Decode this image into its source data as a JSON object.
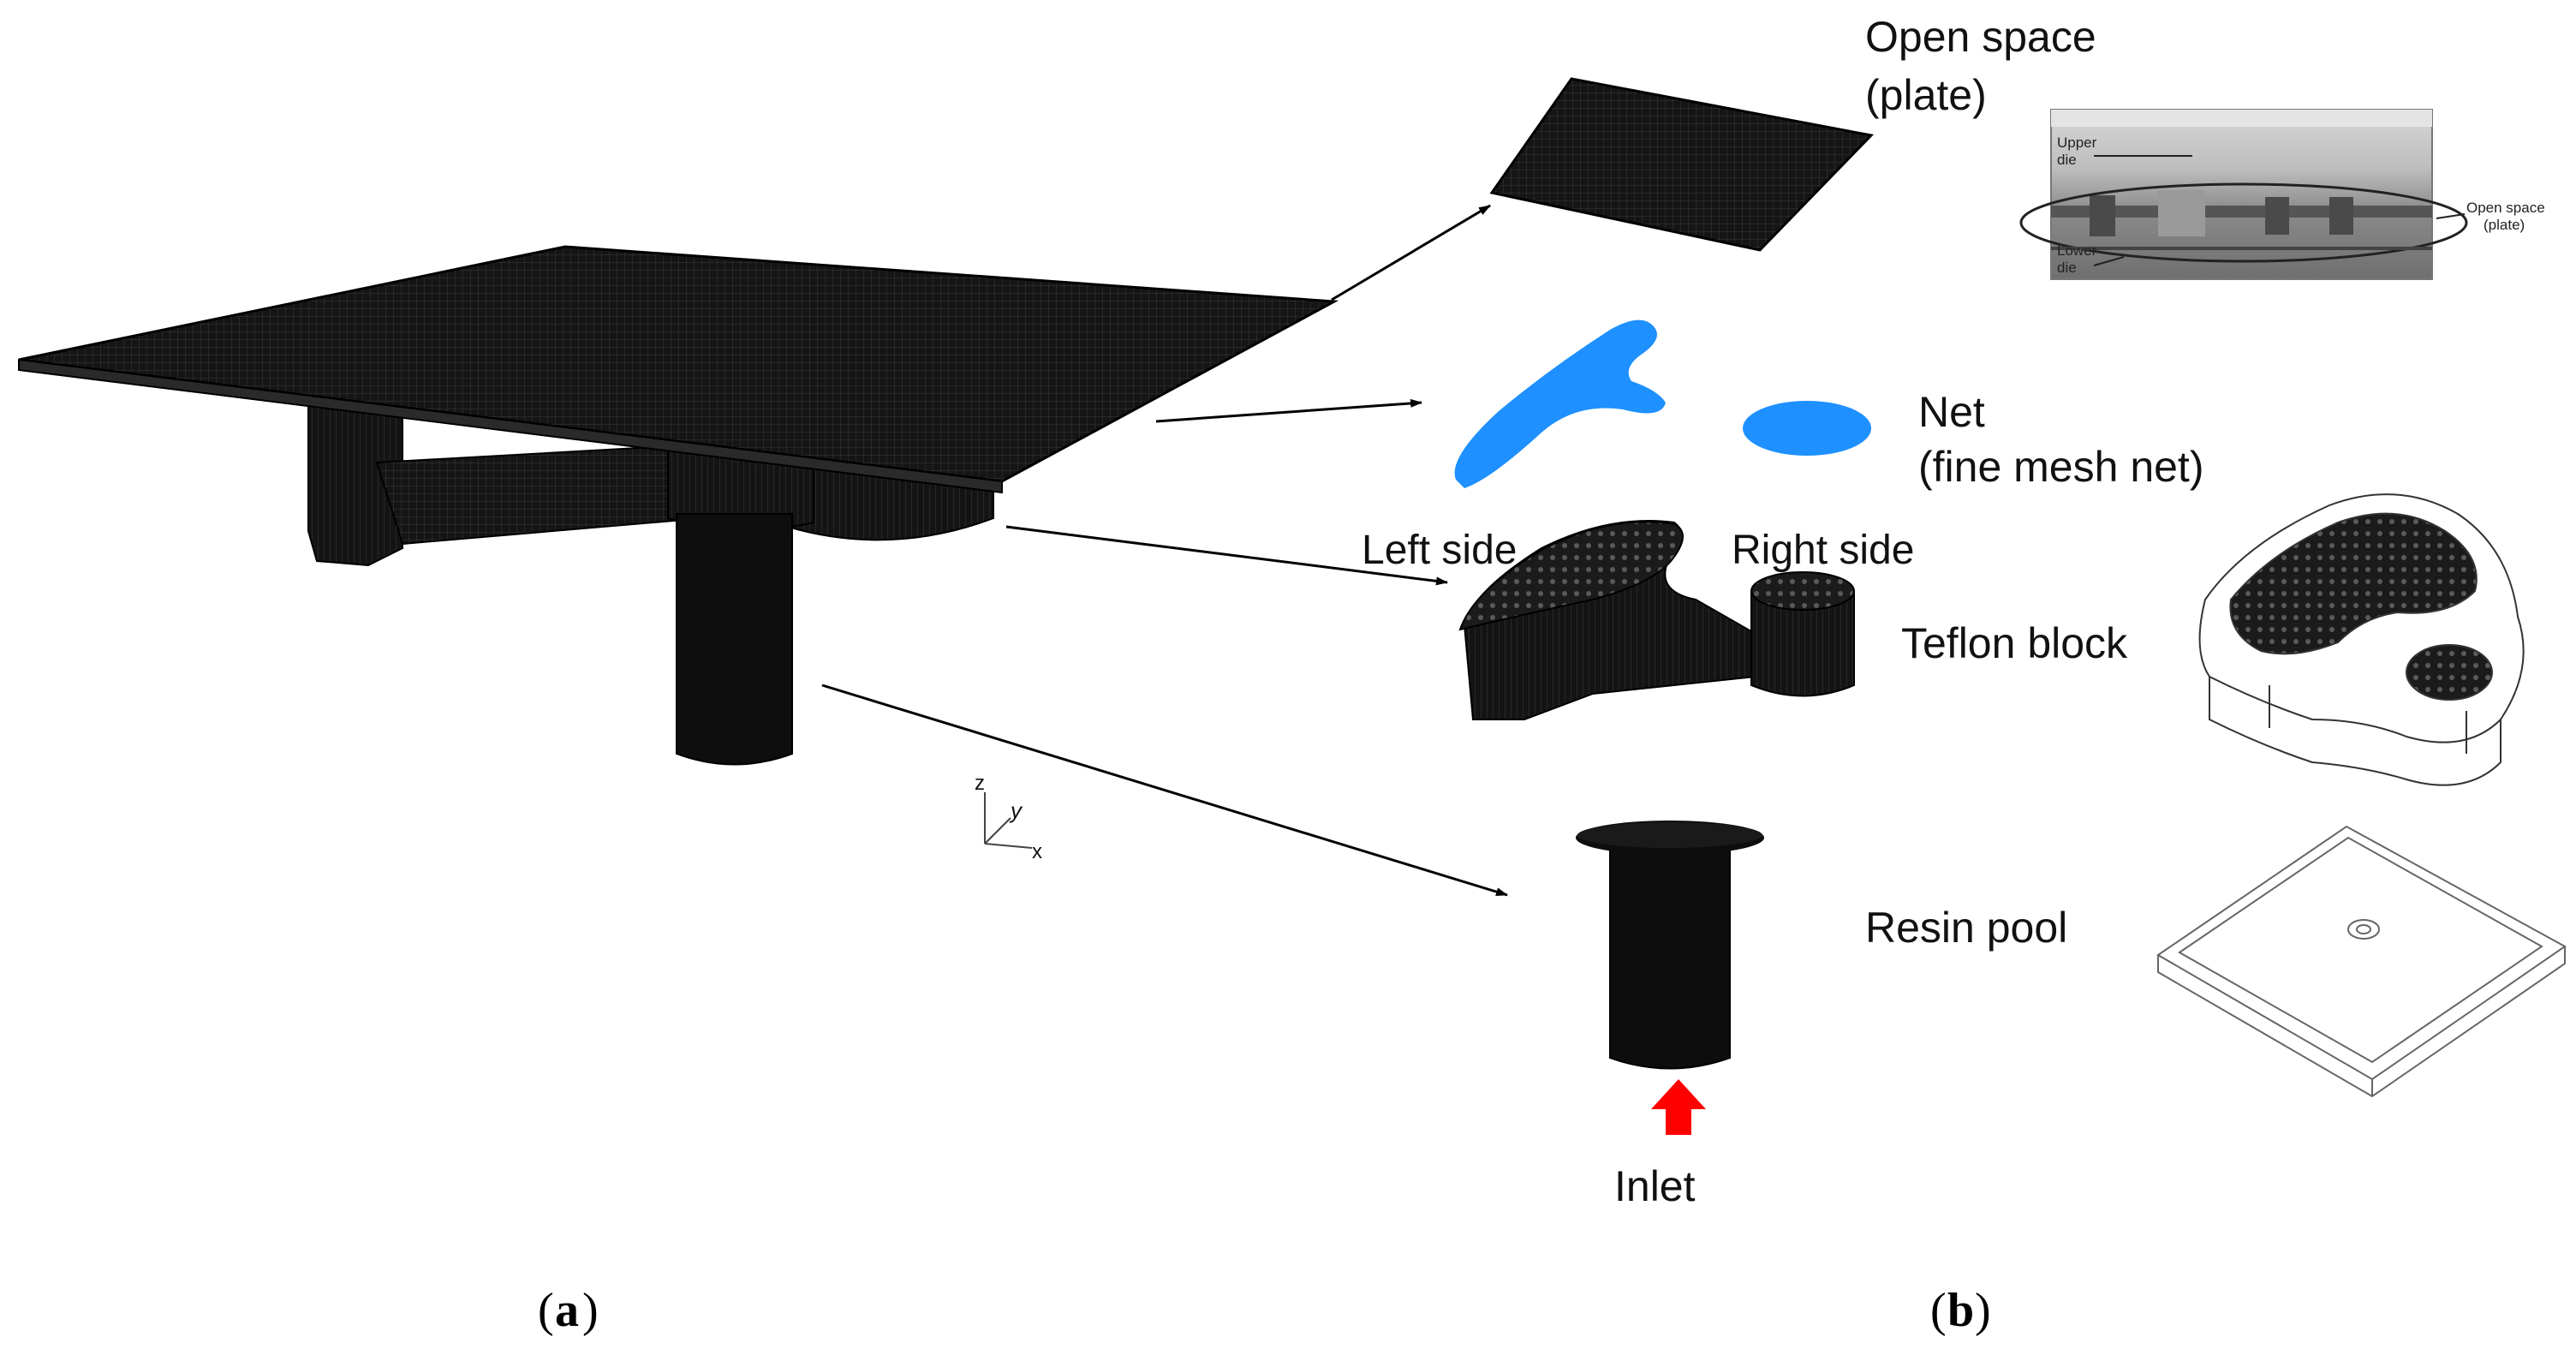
{
  "labels": {
    "open_space_line1": "Open space",
    "open_space_line2": "(plate)",
    "net_line1": "Net",
    "net_line2": "(fine mesh net)",
    "left_side": "Left side",
    "right_side": "Right side",
    "teflon_block": "Teflon block",
    "resin_pool": "Resin pool",
    "inlet": "Inlet"
  },
  "axes_triad": {
    "z": "z",
    "y": "y",
    "x": "x"
  },
  "photo_labels": {
    "upper_die_line1": "Upper",
    "upper_die_line2": "die",
    "lower_die_line1": "Lower",
    "lower_die_line2": "die",
    "open_space_line1": "Open space",
    "open_space_line2": "(plate)"
  },
  "captions": {
    "a": "a",
    "b": "b"
  },
  "colors": {
    "mesh": "#0d0d0d",
    "net": "#1e90ff",
    "arrow": "#000000",
    "inlet_arrow": "#ff0000"
  }
}
